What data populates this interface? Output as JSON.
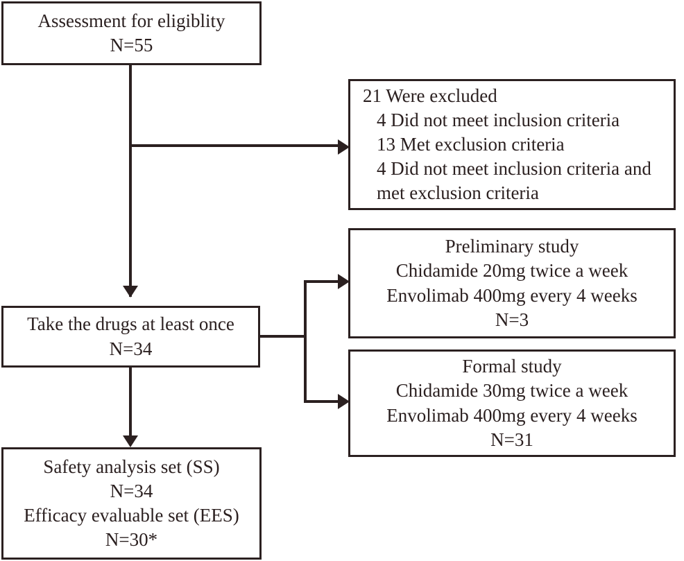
{
  "diagram": {
    "type": "flowchart",
    "title": "Clinical trial participant flow diagram",
    "line_color": "#2b2020",
    "background_color": "#ffffff",
    "boxes": {
      "assessment": {
        "name": "Assessment for eligiblity",
        "lines": [
          "Assessment for eligiblity",
          "N=55"
        ],
        "n": 55
      },
      "excluded": {
        "name": "21 Were excluded",
        "lines": [
          "21 Were excluded",
          "4 Did not meet inclusion criteria",
          "13 Met exclusion criteria",
          "4 Did not meet inclusion criteria and",
          "met exclusion criteria"
        ],
        "n": 21
      },
      "preliminary": {
        "name": "Preliminary study",
        "lines": [
          "Preliminary study",
          "Chidamide 20mg twice a week",
          "Envolimab 400mg every 4 weeks",
          "N=3"
        ],
        "n": 3
      },
      "formal": {
        "name": "Formal study",
        "lines": [
          "Formal study",
          "Chidamide 30mg twice a week",
          "Envolimab 400mg every 4 weeks",
          "N=31"
        ],
        "n": 31
      },
      "take_drugs": {
        "name": "Take the drugs at least once",
        "lines": [
          "Take the drugs at least once",
          "N=34"
        ],
        "n": 34
      },
      "analysis_sets": {
        "name": "Safety analysis set and efficacy evaluable set",
        "lines": [
          "Safety analysis set (SS)",
          "N=34",
          "Efficacy evaluable set (EES)",
          "N=30*"
        ],
        "n_safety": 34,
        "n_efficacy": 30
      }
    },
    "connectors": [
      {
        "from": "assessment",
        "to": "excluded",
        "style": "elbow-right-arrow"
      },
      {
        "from": "assessment",
        "to": "take_drugs",
        "style": "straight-down-arrow"
      },
      {
        "from": "take_drugs",
        "to": "preliminary",
        "style": "split-right-arrow"
      },
      {
        "from": "take_drugs",
        "to": "formal",
        "style": "split-right-arrow"
      },
      {
        "from": "take_drugs",
        "to": "analysis_sets",
        "style": "straight-down-arrow"
      }
    ]
  }
}
